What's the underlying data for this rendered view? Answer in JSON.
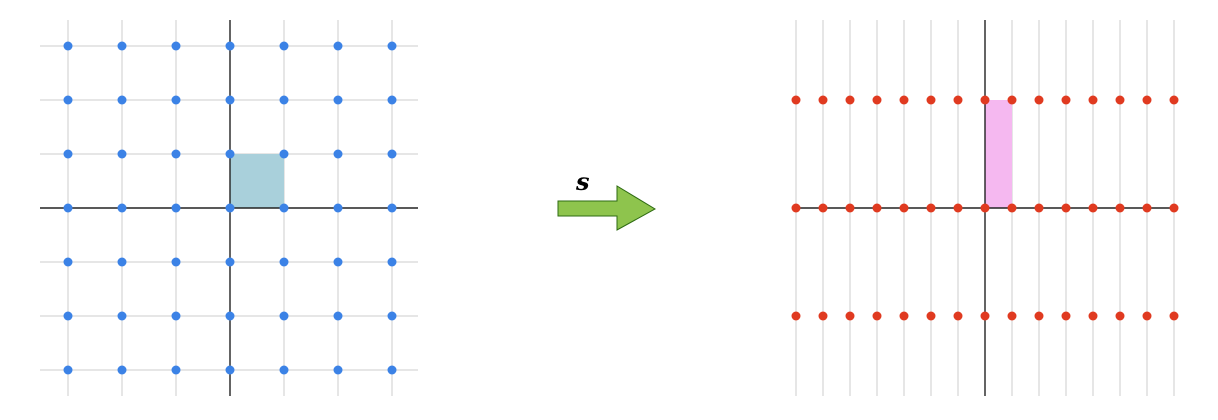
{
  "colors": {
    "grid": "#cccccc",
    "axis": "#222222",
    "source_dot": "#3b82e6",
    "target_dot": "#e03a20",
    "source_square": "#a9d0db",
    "target_rect": "#f5b8f0",
    "arrow_fill": "#8ec44d",
    "arrow_stroke": "#2e6b12"
  },
  "source_grid": {
    "x_range": [
      -3,
      3
    ],
    "y_range": [
      -3,
      3
    ],
    "highlight": {
      "x": [
        0,
        1
      ],
      "y": [
        0,
        1
      ]
    }
  },
  "transform": {
    "label": "s",
    "scale": [
      0.5,
      2
    ]
  },
  "target_grid": {
    "x_range": [
      -7,
      7
    ],
    "y_range": [
      -2,
      2
    ],
    "dot_rows": [
      -2,
      0,
      2
    ],
    "highlight": {
      "x": [
        0,
        0.5
      ],
      "y": [
        0,
        2
      ]
    }
  }
}
